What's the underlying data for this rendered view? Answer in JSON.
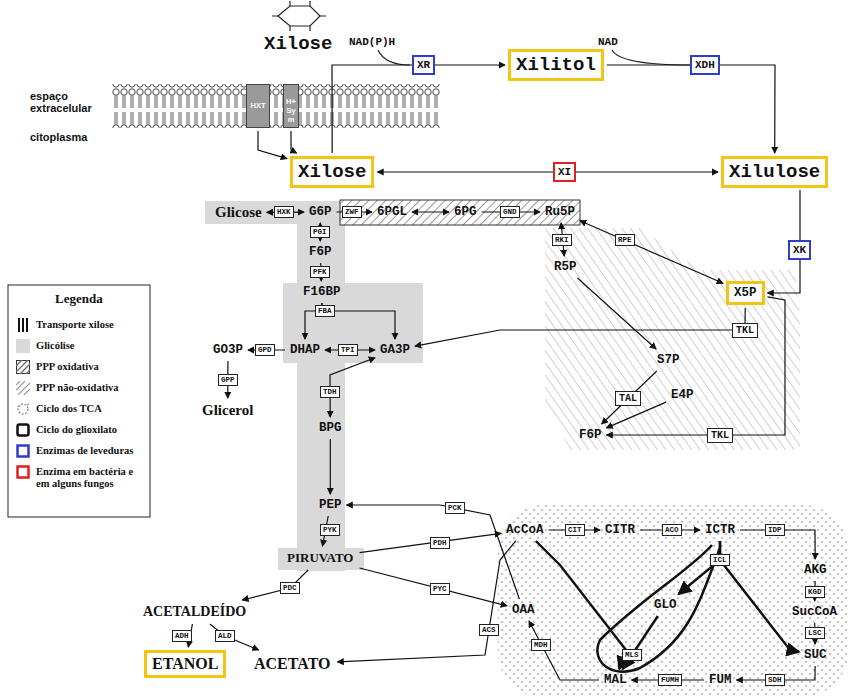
{
  "diagram": {
    "nodes": [
      {
        "text": [
          "Xilose"
        ]
      },
      {
        "text": [
          "HXT"
        ]
      },
      {
        "text": [
          "H+ Sym"
        ]
      },
      {
        "text": [
          "XR"
        ]
      },
      {
        "text": [
          "Xilitol"
        ]
      },
      {
        "text": [
          "XDH"
        ]
      },
      {
        "text": [
          "Xilose"
        ]
      },
      {
        "text": [
          "XI"
        ]
      },
      {
        "text": [
          "Xilulose"
        ]
      },
      {
        "text": [
          "Glicose"
        ]
      },
      {
        "text": [
          "HXK"
        ]
      },
      {
        "text": [
          "G6P"
        ]
      },
      {
        "text": [
          "ZWF"
        ]
      },
      {
        "text": [
          "6PGL"
        ]
      },
      {
        "text": [
          "6PG"
        ]
      },
      {
        "text": [
          "GND"
        ]
      },
      {
        "text": [
          "Ru5P"
        ]
      },
      {
        "text": [
          "XK"
        ]
      },
      {
        "text": [
          "PGI"
        ]
      },
      {
        "text": [
          "F6P"
        ]
      },
      {
        "text": [
          "PFK"
        ]
      },
      {
        "text": [
          "F16BP"
        ]
      },
      {
        "text": [
          "RKI"
        ]
      },
      {
        "text": [
          "R5P"
        ]
      },
      {
        "text": [
          "RPE"
        ]
      },
      {
        "text": [
          "X5P"
        ]
      },
      {
        "text": [
          "TKL"
        ]
      },
      {
        "text": [
          "FBA"
        ]
      },
      {
        "text": [
          "GO3P"
        ]
      },
      {
        "text": [
          "GPD"
        ]
      },
      {
        "text": [
          "DHAP"
        ]
      },
      {
        "text": [
          "TPI"
        ]
      },
      {
        "text": [
          "GA3P"
        ]
      },
      {
        "text": [
          "S7P"
        ]
      },
      {
        "text": [
          "TAL"
        ]
      },
      {
        "text": [
          "E4P"
        ]
      },
      {
        "text": [
          "TKL"
        ]
      },
      {
        "text": [
          "F6P"
        ]
      },
      {
        "text": [
          "GPP"
        ]
      },
      {
        "text": [
          "Glicerol"
        ]
      },
      {
        "text": [
          "TDH"
        ]
      },
      {
        "text": [
          "BPG"
        ]
      },
      {
        "text": [
          "PEP"
        ]
      },
      {
        "text": [
          "PYK"
        ]
      },
      {
        "text": [
          "PIRUVATO"
        ]
      },
      {
        "text": [
          "PCK"
        ]
      },
      {
        "text": [
          "PDH"
        ]
      },
      {
        "text": [
          "AcCoA"
        ]
      },
      {
        "text": [
          "CIT"
        ]
      },
      {
        "text": [
          "CITR"
        ]
      },
      {
        "text": [
          "ACO"
        ]
      },
      {
        "text": [
          "ICTR"
        ]
      },
      {
        "text": [
          "IDP"
        ]
      },
      {
        "text": [
          "ICL"
        ]
      },
      {
        "text": [
          "AKG"
        ]
      },
      {
        "text": [
          "KGD"
        ]
      },
      {
        "text": [
          "SucCoA"
        ]
      },
      {
        "text": [
          "LSC"
        ]
      },
      {
        "text": [
          "SUC"
        ]
      },
      {
        "text": [
          "SDH"
        ]
      },
      {
        "text": [
          "FUM"
        ]
      },
      {
        "text": [
          "FUMH"
        ]
      },
      {
        "text": [
          "MAL"
        ]
      },
      {
        "text": [
          "MLS"
        ]
      },
      {
        "text": [
          "GLO"
        ]
      },
      {
        "text": [
          "MDH"
        ]
      },
      {
        "text": [
          "OAA"
        ]
      },
      {
        "text": [
          "PDC"
        ]
      },
      {
        "text": [
          "PYC"
        ]
      },
      {
        "text": [
          "ACS"
        ]
      },
      {
        "text": [
          "ACETALDEÍDO"
        ]
      },
      {
        "text": [
          "ADH"
        ]
      },
      {
        "text": [
          "ALD"
        ]
      },
      {
        "text": [
          "ETANOL"
        ]
      },
      {
        "text": [
          "ACETATO"
        ]
      }
    ],
    "edges": [
      {
        "from": 1,
        "to": 6,
        "arrow": "to"
      },
      {
        "from": 2,
        "to": 6,
        "arrow": "to"
      },
      {
        "from": 6,
        "to": 4,
        "arrow": "to"
      },
      {
        "from": 4,
        "to": 8,
        "arrow": "to"
      },
      {
        "from": 6,
        "to": 8,
        "arrow": "both"
      },
      {
        "from": 8,
        "to": 25,
        "arrow": "to"
      },
      {
        "from": 9,
        "to": 11,
        "arrow": "both"
      },
      {
        "from": 11,
        "to": 13,
        "arrow": "to"
      },
      {
        "from": 13,
        "to": 14,
        "arrow": "both"
      },
      {
        "from": 14,
        "to": 16,
        "arrow": "to"
      },
      {
        "from": 11,
        "to": 19,
        "arrow": "both"
      },
      {
        "from": 19,
        "to": 21,
        "arrow": "to"
      },
      {
        "from": 21,
        "to": 30,
        "arrow": "to"
      },
      {
        "from": 21,
        "to": 32,
        "arrow": "to"
      },
      {
        "from": 30,
        "to": 32,
        "arrow": "both"
      },
      {
        "from": 30,
        "to": 28,
        "arrow": "to"
      },
      {
        "from": 28,
        "to": 39,
        "arrow": "to"
      },
      {
        "from": 32,
        "to": 41,
        "arrow": "both"
      },
      {
        "from": 41,
        "to": 42,
        "arrow": "to"
      },
      {
        "from": 42,
        "to": 44,
        "arrow": "to"
      },
      {
        "from": 44,
        "to": 70,
        "arrow": "to"
      },
      {
        "from": 70,
        "to": 73,
        "arrow": "to"
      },
      {
        "from": 70,
        "to": 74,
        "arrow": "to"
      },
      {
        "from": 44,
        "to": 47,
        "arrow": "to"
      },
      {
        "from": 44,
        "to": 66,
        "arrow": "to"
      },
      {
        "from": 66,
        "to": 42,
        "arrow": "to"
      },
      {
        "from": 47,
        "to": 74,
        "arrow": "to"
      },
      {
        "from": 47,
        "to": 49,
        "arrow": "to"
      },
      {
        "from": 49,
        "to": 51,
        "arrow": "to"
      },
      {
        "from": 51,
        "to": 54,
        "arrow": "to"
      },
      {
        "from": 54,
        "to": 56,
        "arrow": "to"
      },
      {
        "from": 56,
        "to": 58,
        "arrow": "to"
      },
      {
        "from": 58,
        "to": 60,
        "arrow": "to"
      },
      {
        "from": 60,
        "to": 62,
        "arrow": "to"
      },
      {
        "from": 62,
        "to": 66,
        "arrow": "to"
      },
      {
        "from": 51,
        "to": 64,
        "arrow": "to"
      },
      {
        "from": 51,
        "to": 58,
        "arrow": "to"
      },
      {
        "from": 64,
        "to": 62,
        "arrow": "to"
      },
      {
        "from": 47,
        "to": 62,
        "arrow": "to"
      },
      {
        "from": 16,
        "to": 23,
        "arrow": "both"
      },
      {
        "from": 16,
        "to": 25,
        "arrow": "both"
      },
      {
        "from": 25,
        "to": 32,
        "arrow": "to"
      },
      {
        "from": 23,
        "to": 33,
        "arrow": "to"
      },
      {
        "from": 33,
        "to": 37,
        "arrow": "to"
      },
      {
        "from": 25,
        "to": 37,
        "arrow": "to"
      },
      {
        "from": 35,
        "to": 37,
        "arrow": "to"
      }
    ],
    "labels": [
      "espaço extracelular",
      "citoplasma",
      "NAD(P)H",
      "NAD",
      "Legenda"
    ],
    "legend": [
      {
        "text": "Transporte xilose"
      },
      {
        "text": "Glicólise",
        "color": "#d9d9d9"
      },
      {
        "text": "PPP oxidativa"
      },
      {
        "text": "PPP não-oxidativa"
      },
      {
        "text": "Ciclo dos TCA"
      },
      {
        "text": "Ciclo do glioxilato"
      },
      {
        "text": "Enzimas de leveduras"
      },
      {
        "text": "Enzima em bactéria e em alguns fungos"
      }
    ]
  }
}
